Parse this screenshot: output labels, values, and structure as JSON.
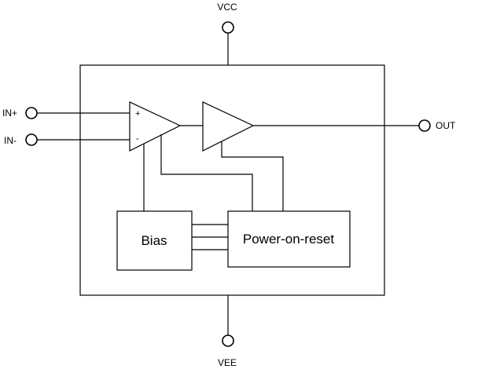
{
  "pins": {
    "vcc": "VCC",
    "vee": "VEE",
    "in_plus": "IN+",
    "in_minus": "IN-",
    "out": "OUT"
  },
  "comparator": {
    "plus_sign": "+",
    "minus_sign": "-"
  },
  "blocks": {
    "bias": "Bias",
    "power_on_reset": "Power-on-reset"
  }
}
